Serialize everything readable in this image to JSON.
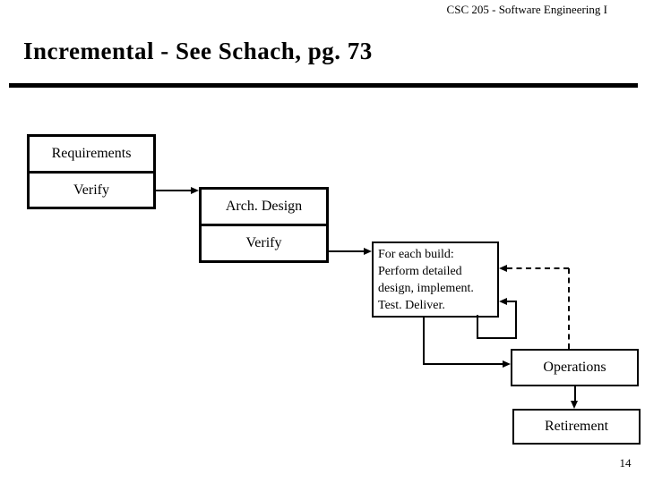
{
  "slide": {
    "header": "CSC 205 - Software Engineering I",
    "title": "Incremental - See Schach, pg. 73",
    "page_number": "14"
  },
  "diagram": {
    "requirements": "Requirements",
    "verify1": "Verify",
    "arch_design": "Arch. Design",
    "verify2": "Verify",
    "build_lines": [
      "For each build:",
      "Perform detailed",
      "design, implement.",
      "Test. Deliver."
    ],
    "operations": "Operations",
    "retirement": "Retirement"
  },
  "colors": {
    "foreground": "#000000",
    "background": "#ffffff"
  }
}
